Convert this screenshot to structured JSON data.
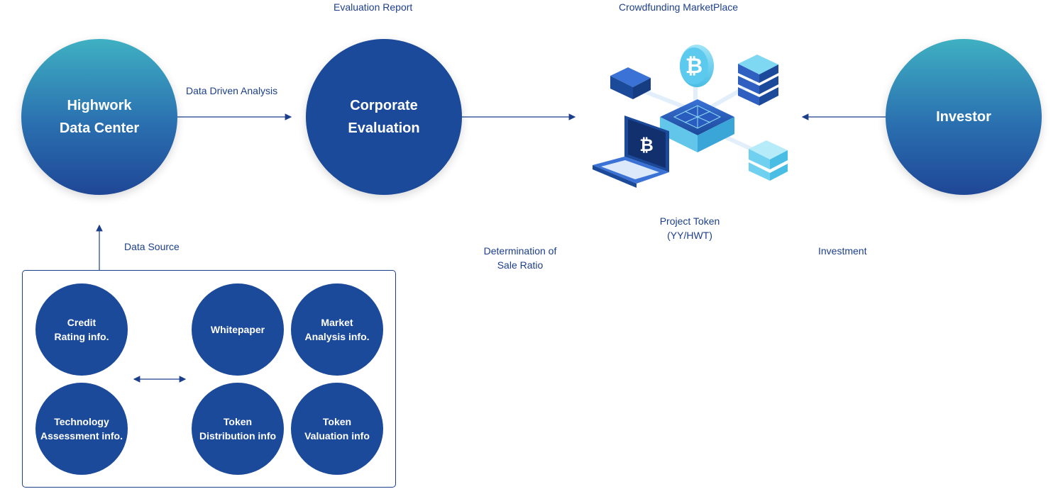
{
  "top_labels": {
    "evaluation_report": "Evaluation Report",
    "crowdfunding": "Crowdfunding MarketPlace"
  },
  "nodes": {
    "data_center": {
      "line1": "Highwork",
      "line2": "Data Center"
    },
    "corporate": {
      "line1": "Corporate",
      "line2": "Evaluation"
    },
    "investor": {
      "line1": "Investor"
    }
  },
  "edge_labels": {
    "data_driven": "Data Driven Analysis",
    "data_source": "Data Source",
    "determination_line1": "Determination of",
    "determination_line2": "Sale Ratio",
    "investment": "Investment"
  },
  "project_token": {
    "line1": "Project Token",
    "line2": "(YY/HWT)"
  },
  "sources": [
    {
      "line1": "Credit",
      "line2": "Rating info."
    },
    {
      "line1": "Whitepaper",
      "line2": ""
    },
    {
      "line1": "Market",
      "line2": "Analysis info."
    },
    {
      "line1": "Technology",
      "line2": "Assessment info."
    },
    {
      "line1": "Token",
      "line2": "Distribution info"
    },
    {
      "line1": "Token",
      "line2": "Valuation info"
    }
  ],
  "colors": {
    "primary": "#1c4a9a",
    "teal": "#3fb0c2",
    "text": "#1c3f8c"
  }
}
